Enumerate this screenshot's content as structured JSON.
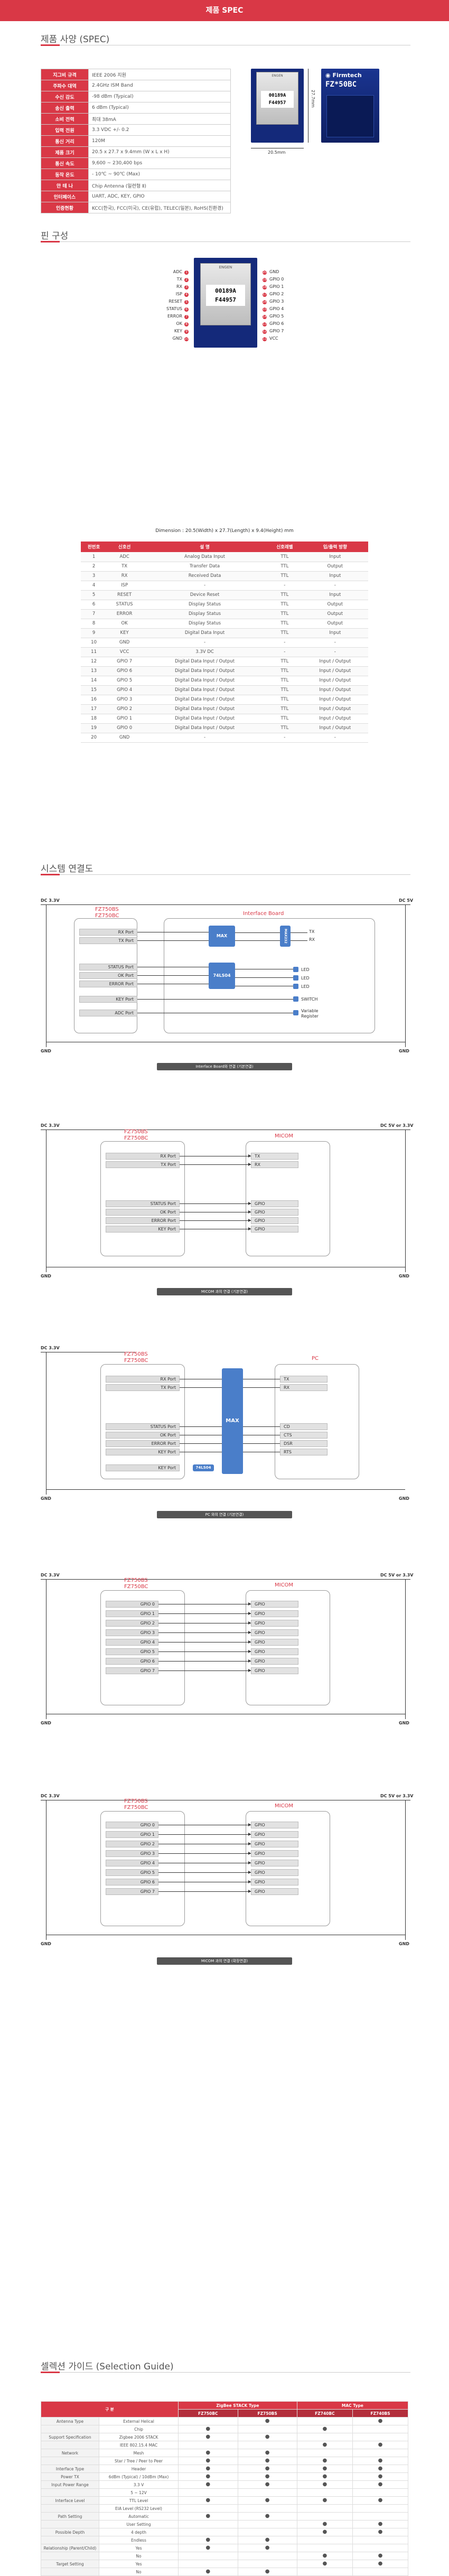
{
  "header": {
    "title": "제품 SPEC"
  },
  "sections": {
    "spec": {
      "title": "제품 사양 (SPEC)"
    },
    "pins": {
      "title": "핀 구성"
    },
    "system": {
      "title": "시스템 연결도"
    },
    "selection": {
      "title": "셀렉션 가이드 (Selection Guide)"
    }
  },
  "spec_rows": [
    {
      "k": "지그비 규격",
      "v": "IEEE 2006 지원"
    },
    {
      "k": "주파수 대역",
      "v": "2.4GHz ISM Band"
    },
    {
      "k": "수신 감도",
      "v": "-98 dBm (Typical)"
    },
    {
      "k": "송신 출력",
      "v": "6 dBm (Typical)"
    },
    {
      "k": "소비 전력",
      "v": "최대 38mA"
    },
    {
      "k": "입력 전원",
      "v": "3.3 VDC +/- 0.2"
    },
    {
      "k": "통신 거리",
      "v": "120M"
    },
    {
      "k": "제품 크기",
      "v": "20.5 x 27.7 x 9.4mm (W x L x H)"
    },
    {
      "k": "통신 속도",
      "v": "9,600 ~ 230,400 bps"
    },
    {
      "k": "동작 온도",
      "v": "- 10℃ ~ 90℃ (Max)"
    },
    {
      "k": "안 테 나",
      "v": "Chip Antenna (일련형 Ⅱ)"
    },
    {
      "k": "인터페이스",
      "v": "UART, ADC, KEY, GPIO"
    },
    {
      "k": "인증현황",
      "v": "KCC(한국), FCC(미국), CE(유럽), TELEC(일본), RoHS(친환경)"
    }
  ],
  "module": {
    "brand": "ENGEN",
    "label1": "00189A",
    "label2": "F44957",
    "width_dim": "20.5mm",
    "length_dim": "27.7mm",
    "logo": "Firmtech",
    "model": "FZ*50BC"
  },
  "pin_diagram": {
    "left": [
      "ADC",
      "TX",
      "RX",
      "ISP",
      "RESET",
      "STATUS",
      "ERROR",
      "OK",
      "KEY",
      "GND"
    ],
    "left_num": [
      "1",
      "2",
      "3",
      "4",
      "5",
      "6",
      "7",
      "8",
      "9",
      "10"
    ],
    "right": [
      "GND",
      "GPIO 0",
      "GPIO 1",
      "GPIO 2",
      "GPIO 3",
      "GPIO 4",
      "GPIO 5",
      "GPIO 6",
      "GPIO 7",
      "VCC"
    ],
    "right_num": [
      "20",
      "19",
      "18",
      "17",
      "16",
      "15",
      "14",
      "13",
      "12",
      "11"
    ],
    "dimension": "Dimension : 20.5(Width) x 27.7(Length) x 9.4(Height) mm"
  },
  "pin_table": {
    "headers": [
      "핀번호",
      "신호선",
      "설 명",
      "신호레벨",
      "입/출력 방향"
    ],
    "rows": [
      [
        "1",
        "ADC",
        "Analog Data Input",
        "TTL",
        "Input"
      ],
      [
        "2",
        "TX",
        "Transfer Data",
        "TTL",
        "Output"
      ],
      [
        "3",
        "RX",
        "Received Data",
        "TTL",
        "Input"
      ],
      [
        "4",
        "ISP",
        "-",
        "-",
        "-"
      ],
      [
        "5",
        "RESET",
        "Device Reset",
        "TTL",
        "Input"
      ],
      [
        "6",
        "STATUS",
        "Display Status",
        "TTL",
        "Output"
      ],
      [
        "7",
        "ERROR",
        "Display Status",
        "TTL",
        "Output"
      ],
      [
        "8",
        "OK",
        "Display Status",
        "TTL",
        "Output"
      ],
      [
        "9",
        "KEY",
        "Digital Data Input",
        "TTL",
        "Input"
      ],
      [
        "10",
        "GND",
        "-",
        "-",
        "-"
      ],
      [
        "11",
        "VCC",
        "3.3V DC",
        "-",
        "-"
      ],
      [
        "12",
        "GPIO 7",
        "Digital Data Input / Output",
        "TTL",
        "Input / Output"
      ],
      [
        "13",
        "GPIO 6",
        "Digital Data Input / Output",
        "TTL",
        "Input / Output"
      ],
      [
        "14",
        "GPIO 5",
        "Digital Data Input / Output",
        "TTL",
        "Input / Output"
      ],
      [
        "15",
        "GPIO 4",
        "Digital Data Input / Output",
        "TTL",
        "Input / Output"
      ],
      [
        "16",
        "GPIO 3",
        "Digital Data Input / Output",
        "TTL",
        "Input / Output"
      ],
      [
        "17",
        "GPIO 2",
        "Digital Data Input / Output",
        "TTL",
        "Input / Output"
      ],
      [
        "18",
        "GPIO 1",
        "Digital Data Input / Output",
        "TTL",
        "Input / Output"
      ],
      [
        "19",
        "GPIO 0",
        "Digital Data Input / Output",
        "TTL",
        "Input / Output"
      ],
      [
        "20",
        "GND",
        "-",
        "-",
        "-"
      ]
    ]
  },
  "diagrams": {
    "common": {
      "dc33": "DC 3.3V",
      "dc5": "DC 5V",
      "dc5_33": "DC 5V or 3.3V",
      "gnd": "GND",
      "fz1": "FZ750BS",
      "fz2": "FZ750BC"
    },
    "d1": {
      "title": "Interface Board",
      "ports": [
        "RX Port",
        "TX Port",
        "STATUS Port",
        "OK Port",
        "ERROR Port",
        "KEY Port",
        "ADC Port"
      ],
      "max": "MAX",
      "max232": "MAX232",
      "hc": "74LS04",
      "tx": "TX",
      "rx": "RX",
      "led": "LED",
      "switch": "SWITCH",
      "variable1": "Variable",
      "variable2": "Register",
      "caption": "Interface Board와 연결 (기본연결)"
    },
    "d2": {
      "title": "MICOM",
      "ports": [
        "RX Port",
        "TX Port",
        "STATUS Port",
        "OK Port",
        "ERROR Port",
        "KEY Port"
      ],
      "right": [
        "TX",
        "RX",
        "GPIO",
        "GPIO",
        "GPIO",
        "GPIO"
      ],
      "caption": "MICOM 과의 연결 (기본연결)"
    },
    "d3": {
      "title": "PC",
      "ports": [
        "RX Port",
        "TX Port",
        "STATUS Port",
        "OK Port",
        "ERROR Port",
        "KEY Port"
      ],
      "right": [
        "TX",
        "RX",
        "CD",
        "CTS",
        "DSR",
        "RTS"
      ],
      "max": "MAX",
      "hc": "74LS04",
      "caption": "PC 와의 연결 (기본연결)"
    },
    "d4": {
      "title": "MICOM",
      "ports": [
        "GPIO 0",
        "GPIO 1",
        "GPIO 2",
        "GPIO 3",
        "GPIO 4",
        "GPIO 5",
        "GPIO 6",
        "GPIO 7"
      ],
      "right": [
        "GPIO",
        "GPIO",
        "GPIO",
        "GPIO",
        "GPIO",
        "GPIO",
        "GPIO",
        "GPIO"
      ]
    },
    "d5": {
      "title": "MICOM",
      "ports": [
        "GPIO 0",
        "GPIO 1",
        "GPIO 2",
        "GPIO 3",
        "GPIO 4",
        "GPIO 5",
        "GPIO 6",
        "GPIO 7"
      ],
      "right": [
        "GPIO",
        "GPIO",
        "GPIO",
        "GPIO",
        "GPIO",
        "GPIO",
        "GPIO",
        "GPIO"
      ],
      "caption": "MICOM 과의 연결 (확장연결)"
    }
  },
  "selection": {
    "h_type": "구 분",
    "h_zigbee": "ZigBee STACK Type",
    "h_mac": "MAC Type",
    "models": [
      "FZ750BC",
      "FZ750BS",
      "FZ740BC",
      "FZ740BS"
    ],
    "rows": [
      {
        "cat": "Antenna Type",
        "opt": "External Helical",
        "v": [
          "",
          "●",
          "",
          "●"
        ]
      },
      {
        "cat": "",
        "opt": "Chip",
        "v": [
          "●",
          "",
          "●",
          ""
        ]
      },
      {
        "cat": "Support Specification",
        "opt": "Zigbee 2006 STACK",
        "v": [
          "●",
          "●",
          "",
          ""
        ]
      },
      {
        "cat": "",
        "opt": "IEEE 802.15.4 MAC",
        "v": [
          "",
          "",
          "●",
          "●"
        ]
      },
      {
        "cat": "Network",
        "opt": "Mesh",
        "v": [
          "●",
          "●",
          "",
          ""
        ]
      },
      {
        "cat": "",
        "opt": "Star / Tree / Peer to Peer",
        "v": [
          "●",
          "●",
          "●",
          "●"
        ]
      },
      {
        "cat": "Interface Type",
        "opt": "Header",
        "v": [
          "●",
          "●",
          "●",
          "●"
        ]
      },
      {
        "cat": "Power TX",
        "opt": "6dBm (Typical) / 10dBm (Max)",
        "v": [
          "●",
          "●",
          "●",
          "●"
        ]
      },
      {
        "cat": "Input Power Range",
        "opt": "3.3 V",
        "v": [
          "●",
          "●",
          "●",
          "●"
        ]
      },
      {
        "cat": "",
        "opt": "5 ~ 12V",
        "v": [
          "",
          "",
          "",
          ""
        ]
      },
      {
        "cat": "Interface Level",
        "opt": "TTL Level",
        "v": [
          "●",
          "●",
          "●",
          "●"
        ]
      },
      {
        "cat": "",
        "opt": "EIA Level (RS232 Level)",
        "v": [
          "",
          "",
          "",
          ""
        ]
      },
      {
        "cat": "Path Setting",
        "opt": "Automatic",
        "v": [
          "●",
          "●",
          "",
          ""
        ]
      },
      {
        "cat": "",
        "opt": "User Setting",
        "v": [
          "",
          "",
          "●",
          "●"
        ]
      },
      {
        "cat": "Possible Depth",
        "opt": "4 depth",
        "v": [
          "",
          "",
          "●",
          "●"
        ]
      },
      {
        "cat": "",
        "opt": "Endless",
        "v": [
          "●",
          "●",
          "",
          ""
        ]
      },
      {
        "cat": "Relationship (Parent/Child)",
        "opt": "Yes",
        "v": [
          "●",
          "●",
          "",
          ""
        ]
      },
      {
        "cat": "",
        "opt": "No",
        "v": [
          "",
          "",
          "●",
          "●"
        ]
      },
      {
        "cat": "Target Setting",
        "opt": "Yes",
        "v": [
          "",
          "",
          "●",
          "●"
        ]
      },
      {
        "cat": "",
        "opt": "No",
        "v": [
          "●",
          "●",
          "",
          ""
        ]
      }
    ]
  },
  "colors": {
    "accent": "#d93846",
    "blue": "#4a7ec9",
    "board": "#14297a"
  }
}
